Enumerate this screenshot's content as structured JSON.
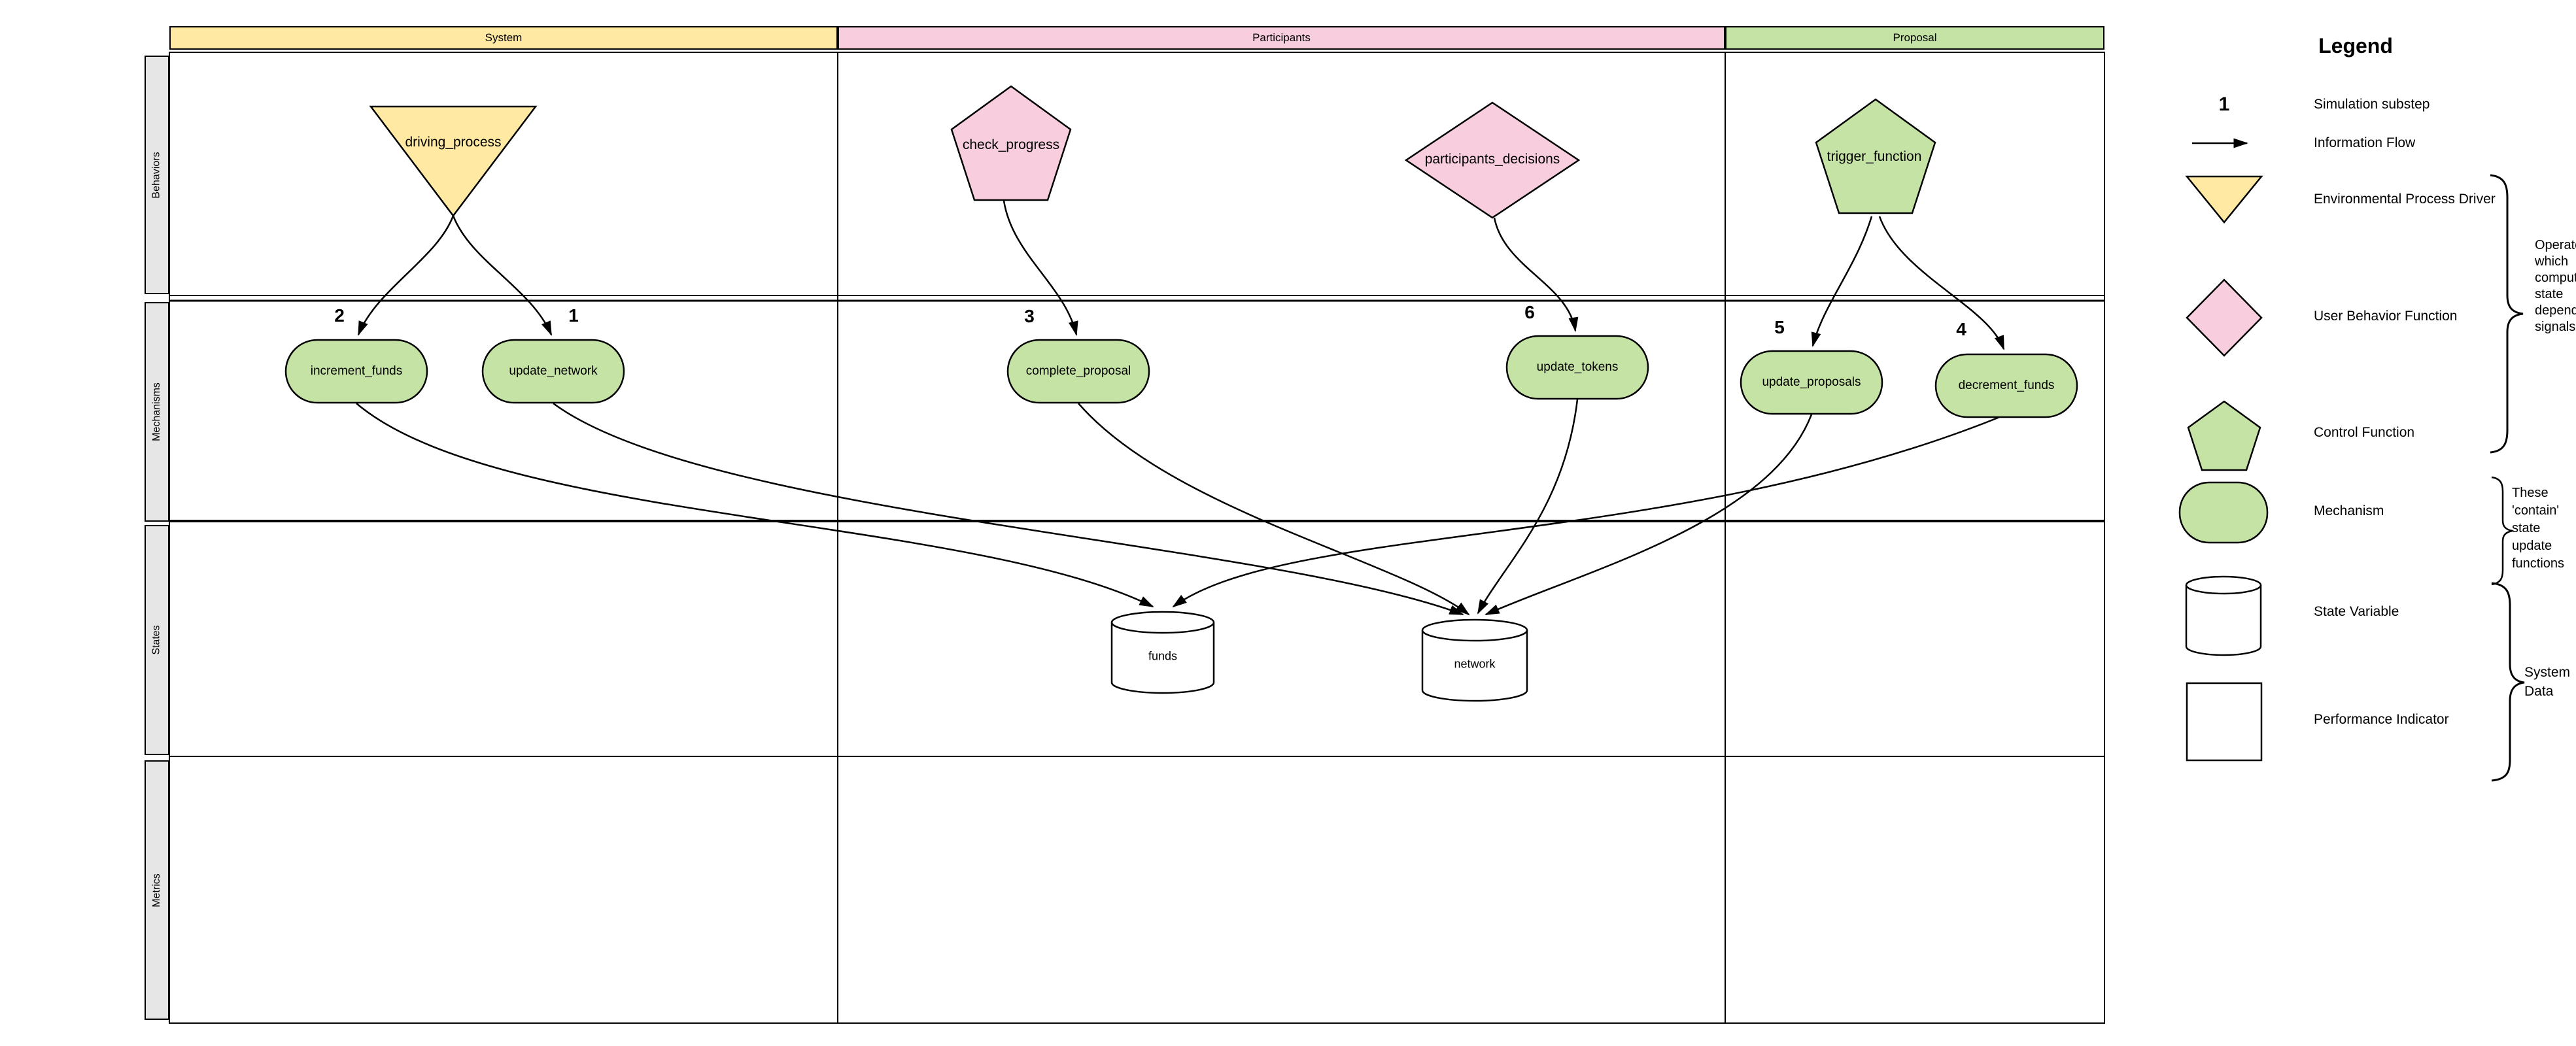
{
  "header": {
    "columns": [
      {
        "label": "System",
        "color": "#FFE9A3"
      },
      {
        "label": "Participants",
        "color": "#F8CEDE"
      },
      {
        "label": "Proposal",
        "color": "#C5E3A4"
      }
    ]
  },
  "lanes": [
    {
      "label": "Behaviors"
    },
    {
      "label": "Mechanisms"
    },
    {
      "label": "States"
    },
    {
      "label": "Metrics"
    }
  ],
  "colors": {
    "yellow": "#FFE9A3",
    "pink": "#F8CEDE",
    "green": "#C5E3A4",
    "lane_gray": "#E6E6E6",
    "white": "#FFFFFF",
    "stroke": "#000000"
  },
  "nodes": {
    "driving_process": {
      "label": "driving_process",
      "type": "environmental-process-driver",
      "column": "System",
      "row": "Behaviors"
    },
    "check_progress": {
      "label": "check_progress",
      "type": "user-behavior-function",
      "column": "Participants",
      "row": "Behaviors"
    },
    "participants_decisions": {
      "label": "participants_decisions",
      "type": "user-behavior-function",
      "column": "Participants",
      "row": "Behaviors"
    },
    "trigger_function": {
      "label": "trigger_function",
      "type": "control-function",
      "column": "Proposal",
      "row": "Behaviors"
    },
    "increment_funds": {
      "label": "increment_funds",
      "substep": "2",
      "type": "mechanism",
      "column": "System",
      "row": "Mechanisms"
    },
    "update_network": {
      "label": "update_network",
      "substep": "1",
      "type": "mechanism",
      "column": "System",
      "row": "Mechanisms"
    },
    "complete_proposal": {
      "label": "complete_proposal",
      "substep": "3",
      "type": "mechanism",
      "column": "Participants",
      "row": "Mechanisms"
    },
    "update_tokens": {
      "label": "update_tokens",
      "substep": "6",
      "type": "mechanism",
      "column": "Participants",
      "row": "Mechanisms"
    },
    "update_proposals": {
      "label": "update_proposals",
      "substep": "5",
      "type": "mechanism",
      "column": "Proposal",
      "row": "Mechanisms"
    },
    "decrement_funds": {
      "label": "decrement_funds",
      "substep": "4",
      "type": "mechanism",
      "column": "Proposal",
      "row": "Mechanisms"
    },
    "funds": {
      "label": "funds",
      "type": "state-variable",
      "column": "Participants",
      "row": "States"
    },
    "network": {
      "label": "network",
      "type": "state-variable",
      "column": "Participants",
      "row": "States"
    }
  },
  "flows": [
    {
      "from": "driving_process",
      "to": "increment_funds"
    },
    {
      "from": "driving_process",
      "to": "update_network"
    },
    {
      "from": "check_progress",
      "to": "complete_proposal"
    },
    {
      "from": "participants_decisions",
      "to": "update_tokens"
    },
    {
      "from": "trigger_function",
      "to": "update_proposals"
    },
    {
      "from": "trigger_function",
      "to": "decrement_funds"
    },
    {
      "from": "increment_funds",
      "to": "funds"
    },
    {
      "from": "decrement_funds",
      "to": "funds"
    },
    {
      "from": "update_network",
      "to": "network"
    },
    {
      "from": "complete_proposal",
      "to": "network"
    },
    {
      "from": "update_tokens",
      "to": "network"
    },
    {
      "from": "update_proposals",
      "to": "network"
    }
  ],
  "legend": {
    "title": "Legend",
    "items": [
      {
        "icon": "number",
        "symbol": "1",
        "label": "Simulation substep"
      },
      {
        "icon": "arrow",
        "label": "Information Flow"
      },
      {
        "icon": "triangle-down",
        "label": "Environmental Process Driver",
        "color": "#FFE9A3"
      },
      {
        "icon": "diamond",
        "label": "User Behavior Function",
        "color": "#F8CEDE"
      },
      {
        "icon": "pentagon",
        "label": "Control Function",
        "color": "#C5E3A4"
      },
      {
        "icon": "rounded-rect",
        "label": "Mechanism",
        "color": "#C5E3A4"
      },
      {
        "icon": "cylinder",
        "label": "State Variable",
        "color": "#FFFFFF"
      },
      {
        "icon": "square",
        "label": "Performance Indicator",
        "color": "#FFFFFF"
      }
    ],
    "annotations": {
      "operators": "Operators\nwhich\ncompute\nstate\ndependent\nsignals",
      "contain": "These\n'contain'\nstate\nupdate\nfunctions",
      "system_data": "System\nData"
    }
  }
}
